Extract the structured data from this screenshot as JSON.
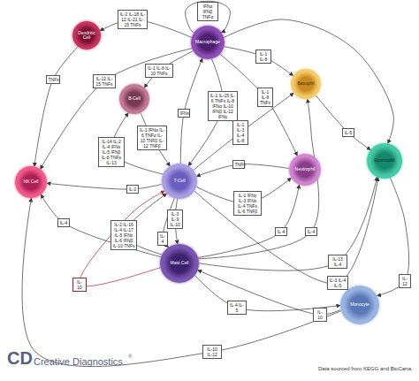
{
  "diagram": {
    "nodes": [
      {
        "text": [
          "Dendritic Cell"
        ]
      },
      {
        "text": [
          "Macrophage"
        ]
      },
      {
        "text": [
          "B-Cell"
        ]
      },
      {
        "text": [
          "Basophil"
        ]
      },
      {
        "text": [
          "Eosinophil"
        ]
      },
      {
        "text": [
          "NK Cell"
        ]
      },
      {
        "text": [
          "T-Cell"
        ]
      },
      {
        "text": [
          "Neutrophil"
        ]
      },
      {
        "text": [
          "Mast Cell"
        ]
      },
      {
        "text": [
          "Monocyte"
        ]
      }
    ],
    "edges": [
      {
        "from": 1,
        "to": 0,
        "arrow": "to",
        "label": "IL-2 IL-18 IL-12 IL-21 IL-15 TNFs"
      },
      {
        "from": 1,
        "to": 1,
        "arrow": "to",
        "label": "IFNα IFNβ TNFα"
      },
      {
        "from": 0,
        "to": 5,
        "arrow": "to",
        "label": "TNFs"
      },
      {
        "from": 1,
        "to": 5,
        "arrow": "to",
        "label": "IL-12 IL-15 TNFs"
      },
      {
        "from": 1,
        "to": 2,
        "arrow": "to",
        "label": "IL-1 IL-6 IL-10 TNFs"
      },
      {
        "from": 1,
        "to": 6,
        "arrow": "to",
        "label": "IL-1 IL-15 IL-6 TNFs IL-8 IFNα IL-10 IFNβ IL-12 IFNγ"
      },
      {
        "from": 2,
        "to": 6,
        "arrow": "to",
        "label": "IL-1 IFNα IL-6 TNFα IL-10 TNFβ IL-12 TNFβ"
      },
      {
        "from": 6,
        "to": 2,
        "arrow": "to",
        "label": "IL-14 IL-2 IL-4 IFNs IL-5 IFNβ IL-6 TNFs IL-13"
      },
      {
        "from": 6,
        "to": 1,
        "arrow": "to",
        "label": "IFNs"
      },
      {
        "from": 1,
        "to": 3,
        "arrow": "to",
        "label": "IL-1 IL-8"
      },
      {
        "from": 1,
        "to": 7,
        "arrow": "to",
        "label": "IL-1 IL-8 TNFs"
      },
      {
        "from": 1,
        "to": 4,
        "arrow": "to"
      },
      {
        "from": 6,
        "to": 5,
        "arrow": "to",
        "label": "IL-2"
      },
      {
        "from": 6,
        "to": 3,
        "arrow": "to",
        "label": "IL-1 IL-3 IL-4 IL-8"
      },
      {
        "from": 7,
        "to": 6,
        "arrow": "to",
        "label": "TNFs"
      },
      {
        "from": 6,
        "to": 7,
        "arrow": "to",
        "label": "IL-1 IFNγ IL-3 IFNs IL-4 TNFs IL-6 TNFβ"
      },
      {
        "from": 3,
        "to": 4,
        "arrow": "to",
        "label": "IL-5"
      },
      {
        "from": 8,
        "to": 7,
        "arrow": "to",
        "label": "IL-4"
      },
      {
        "from": 8,
        "to": 3,
        "arrow": "to",
        "label": "IL-4"
      },
      {
        "from": 8,
        "to": 4,
        "arrow": "to",
        "label": "IL-13 IL-4"
      },
      {
        "from": 6,
        "to": 4,
        "arrow": "to",
        "label": "IL-3 IL-4 IL-5"
      },
      {
        "from": 9,
        "to": 8,
        "arrow": "to",
        "label": "IL-10"
      },
      {
        "from": 8,
        "to": 9,
        "arrow": "to",
        "label": "IL-4 IL-5"
      },
      {
        "from": 9,
        "to": 5,
        "arrow": "to",
        "label": "IL-10 IL-12"
      },
      {
        "from": 4,
        "to": 9,
        "arrow": "to",
        "label": "IL-12"
      },
      {
        "from": 8,
        "to": 5,
        "arrow": "to",
        "label": "IL-4"
      },
      {
        "from": 8,
        "to": 6,
        "arrow": "to",
        "label": "IL-10"
      },
      {
        "from": 8,
        "to": 6,
        "arrow": "to",
        "label": "IL-2 IL-16 IL-4 IL-17 IL-5 IFNs IL-6 IFNβ IL-10 TNFs"
      },
      {
        "from": 6,
        "to": 8,
        "arrow": "to",
        "label": "IL-3 IL-9 IL-10"
      },
      {
        "from": 6,
        "to": 8,
        "arrow": "to",
        "label": "IL-4"
      }
    ],
    "labels": [
      "CD",
      "Creative Diagnostics",
      "®",
      "Data sourced from KEGG and BioCarta."
    ]
  }
}
